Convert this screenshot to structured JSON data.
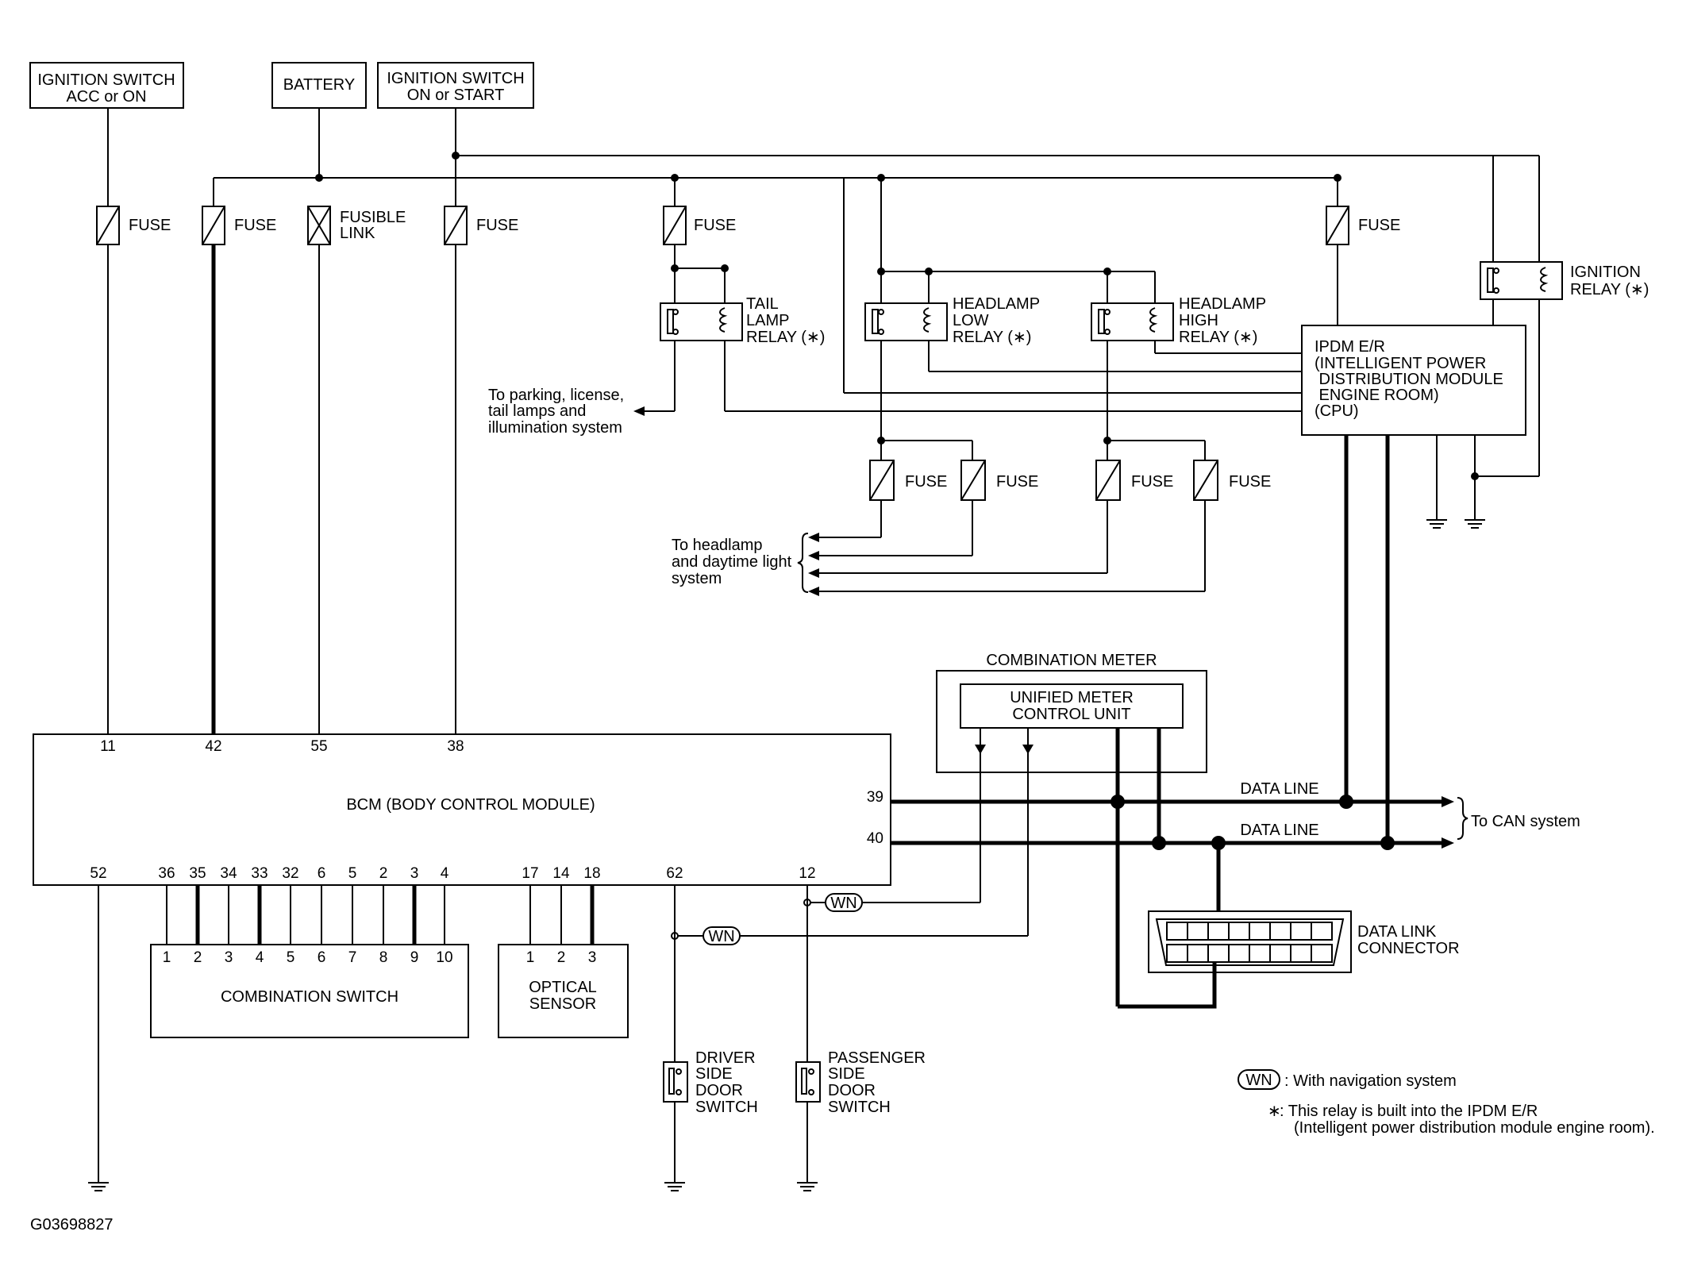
{
  "sources": {
    "ign_acc": [
      "IGNITION SWITCH",
      "ACC or ON"
    ],
    "battery": "BATTERY",
    "ign_on": [
      "IGNITION SWITCH",
      "ON or START"
    ]
  },
  "fuse_label": "FUSE",
  "fusible_link": [
    "FUSIBLE",
    "LINK"
  ],
  "tail_relay": [
    "TAIL",
    "LAMP",
    "RELAY (∗)"
  ],
  "hl_low_relay": [
    "HEADLAMP",
    "LOW",
    "RELAY (∗)"
  ],
  "hl_high_relay": [
    "HEADLAMP",
    "HIGH",
    "RELAY (∗)"
  ],
  "ign_relay": [
    "IGNITION",
    "RELAY (∗)"
  ],
  "ipdm": [
    "IPDM E/R",
    "(INTELLIGENT POWER",
    " DISTRIBUTION MODULE",
    " ENGINE ROOM)",
    "(CPU)"
  ],
  "to_parking": [
    "To parking, license,",
    "tail lamps and",
    "illumination system"
  ],
  "to_headlamp": [
    "To headlamp",
    "and daytime light",
    "system"
  ],
  "combination_meter": "COMBINATION METER",
  "unified_meter": [
    "UNIFIED METER",
    "CONTROL UNIT"
  ],
  "bcm": {
    "label": "BCM (BODY CONTROL MODULE)",
    "top_pins": [
      "11",
      "42",
      "55",
      "38"
    ],
    "right_pins": [
      "39",
      "40"
    ],
    "bottom_pins": [
      "52",
      "36",
      "35",
      "34",
      "33",
      "32",
      "6",
      "5",
      "2",
      "3",
      "4",
      "17",
      "14",
      "18",
      "62",
      "12"
    ]
  },
  "data_line": "DATA LINE",
  "to_can": "To CAN system",
  "combination_switch": {
    "label": "COMBINATION SWITCH",
    "pins": [
      "1",
      "2",
      "3",
      "4",
      "5",
      "6",
      "7",
      "8",
      "9",
      "10"
    ]
  },
  "optical_sensor": {
    "label": [
      "OPTICAL",
      "SENSOR"
    ],
    "pins": [
      "1",
      "2",
      "3"
    ]
  },
  "wn_badge": "WN",
  "driver_door": [
    "DRIVER",
    "SIDE",
    "DOOR",
    "SWITCH"
  ],
  "passenger_door": [
    "PASSENGER",
    "SIDE",
    "DOOR",
    "SWITCH"
  ],
  "data_link_connector": [
    "DATA LINK",
    "CONNECTOR"
  ],
  "legend": {
    "wn_text": ": With navigation system",
    "star": "∗",
    "star_text": [
      ": This relay is built into the IPDM E/R",
      "(Intelligent power distribution module engine room)."
    ]
  },
  "figure_id": "G03698827"
}
